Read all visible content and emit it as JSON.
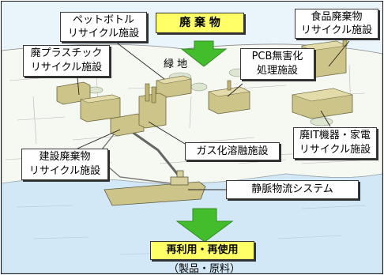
{
  "diagram": {
    "source": "廃 棄 物",
    "pet": [
      "ペットボトル",
      "リサイクル施設"
    ],
    "plastic": [
      "廃プラスチック",
      "リサイクル施設"
    ],
    "green": "緑 地",
    "pcb": [
      "PCB無害化",
      "処理施設"
    ],
    "food": [
      "食品廃棄物",
      "リサイクル施設"
    ],
    "it": [
      "廃IT機器・家電",
      "リサイクル施設"
    ],
    "gas": "ガス化溶融施設",
    "construction": [
      "建設廃棄物",
      "リサイクル施設"
    ],
    "logistics": "静脈物流システム",
    "output": "再利用・再使用",
    "output_note": "（製品・原料）"
  },
  "colors": {
    "panel_bg": "#e9f4fb",
    "sea": "#d3e8f6",
    "arrow": "#43bd2c",
    "highlight": "#ffff66",
    "building": "#cdc48a"
  }
}
